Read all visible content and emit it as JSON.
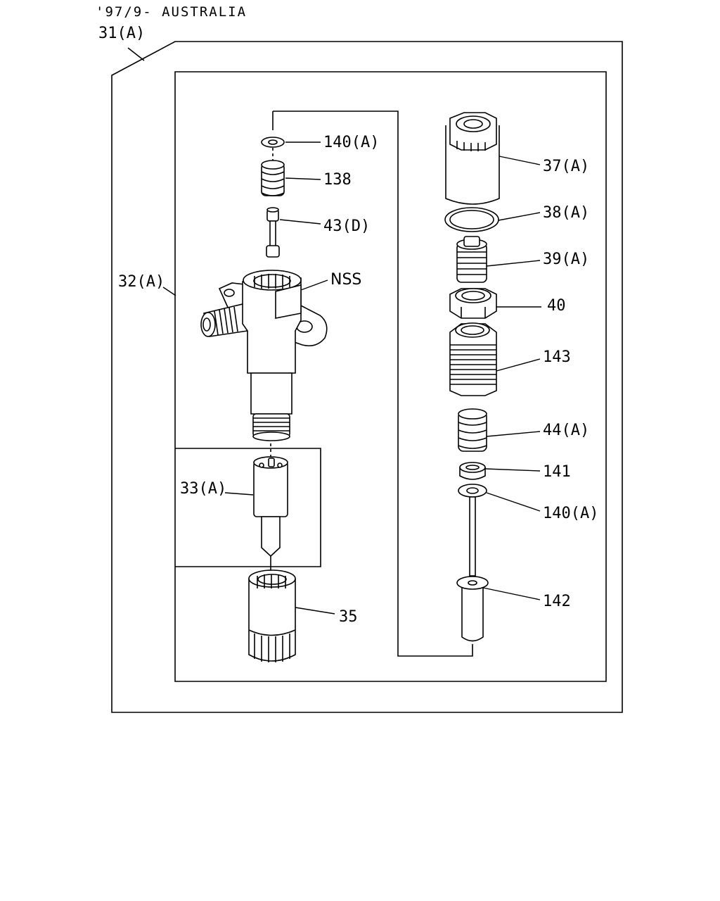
{
  "header": {
    "text": "'97/9- AUSTRALIA"
  },
  "labels": {
    "assembly": "31(A)",
    "holder": "32(A)",
    "nozzle": "33(A)",
    "retaining_nut": "35",
    "nss": "NSS",
    "washer_left": "140(A)",
    "spring_left": "138",
    "push_rod": "43(D)",
    "cap_nut": "37(A)",
    "gasket": "38(A)",
    "adjusting_screw": "39(A)",
    "lock_nut": "40",
    "spring_seat_body": "143",
    "spring_right": "44(A)",
    "seat": "141",
    "washer_right": "140(A)",
    "spindle": "142"
  }
}
